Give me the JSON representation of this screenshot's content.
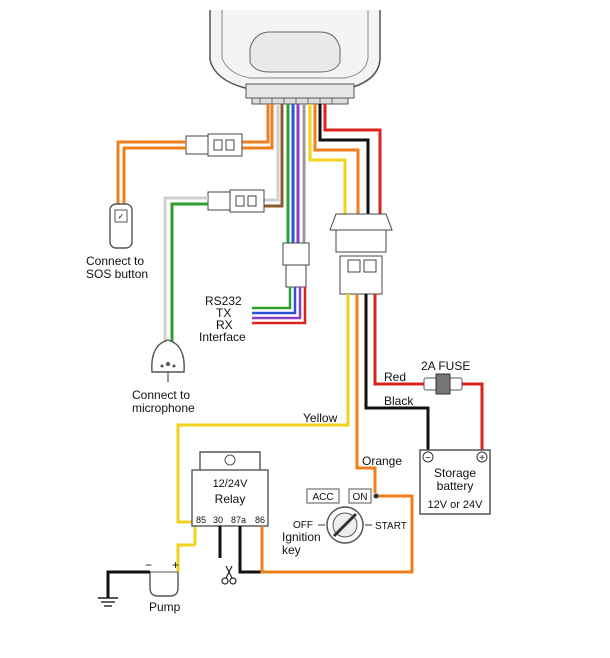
{
  "labels": {
    "sos_line1": "Connect to",
    "sos_line2": "SOS button",
    "mic_line1": "Connect to",
    "mic_line2": "microphone",
    "rs232": "RS232",
    "tx": "TX",
    "rx": "RX",
    "interface": "Interface",
    "fuse": "2A  FUSE",
    "red": "Red",
    "black": "Black",
    "yellow": "Yellow",
    "orange": "Orange",
    "battery_line1": "Storage",
    "battery_line2": "battery",
    "battery_voltage": "12V or 24V",
    "relay_voltage": "12/24V",
    "relay_name": "Relay",
    "pin_85": "85",
    "pin_30": "30",
    "pin_87a": "87a",
    "pin_86": "86",
    "acc": "ACC",
    "on": "ON",
    "off": "OFF",
    "start": "START",
    "ignition_line1": "Ignition",
    "ignition_line2": "key",
    "pump": "Pump",
    "minus": "−",
    "plus": "+",
    "batt_minus": "−",
    "batt_plus": "+"
  },
  "colors": {
    "red": "#d9251d",
    "black": "#111111",
    "orange": "#f07e1b",
    "yellow": "#f2d21b",
    "green": "#2ca02c",
    "blue": "#2b50d8",
    "purple": "#8a3fbf",
    "grey": "#9a9a9a",
    "white_wire": "#cfcfcf",
    "brown": "#8b5a2b"
  },
  "icons": [
    "scissors-icon",
    "ground-icon",
    "fuse-icon",
    "sos-button-icon",
    "microphone-icon",
    "ignition-key-icon"
  ]
}
